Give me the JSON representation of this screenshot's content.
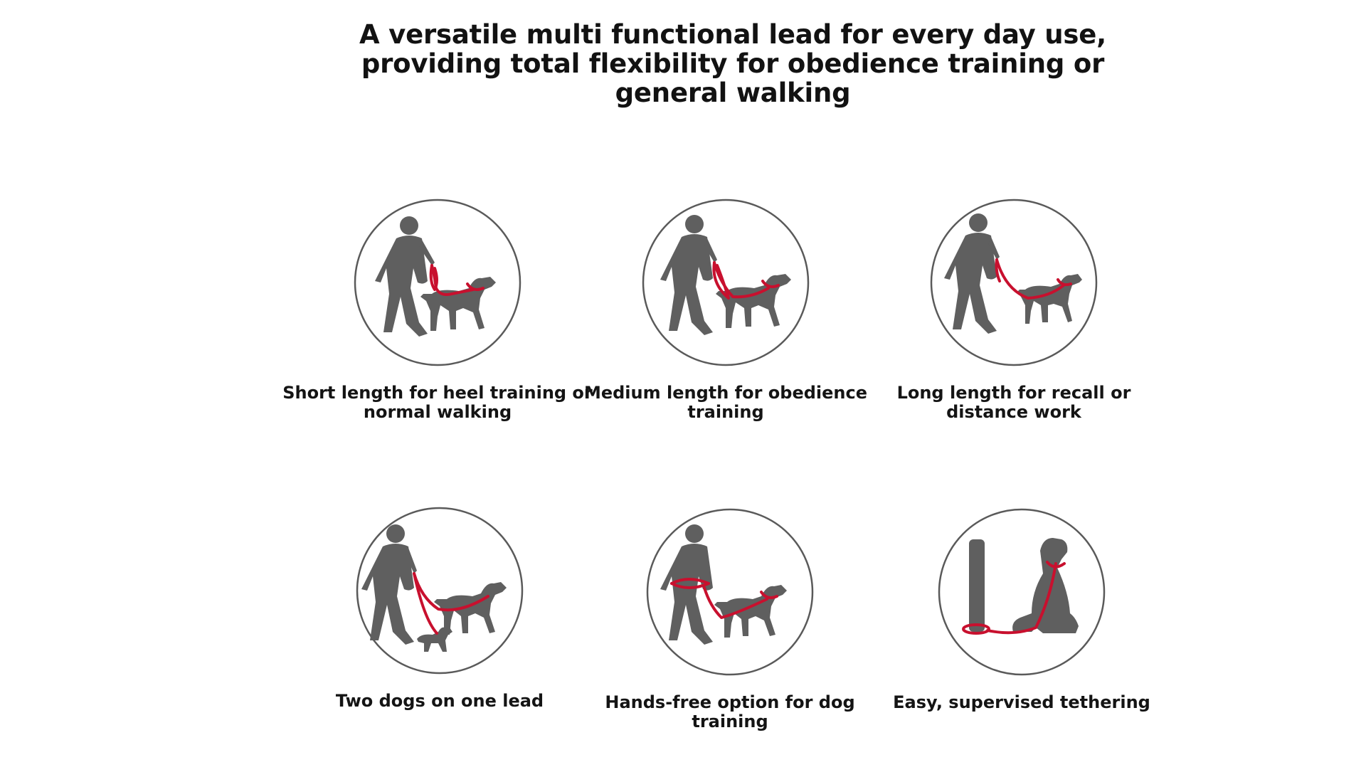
{
  "headline": "A versatile multi functional lead for every day use, providing total flexibility for obedience training or general walking",
  "colors": {
    "leash": "#c8102e",
    "figure": "#5f5f5f",
    "ring": "#5a5a5a",
    "text": "#141414"
  },
  "features": [
    {
      "icon": "short-leash-walking-icon",
      "caption": "Short length for heel training or normal walking"
    },
    {
      "icon": "medium-leash-walking-icon",
      "caption": "Medium length for obedience training"
    },
    {
      "icon": "long-leash-walking-icon",
      "caption": "Long length for recall or distance work"
    },
    {
      "icon": "two-dogs-walking-icon",
      "caption": "Two dogs on one lead"
    },
    {
      "icon": "hands-free-walking-icon",
      "caption": "Hands-free option for dog training"
    },
    {
      "icon": "dog-tethered-to-post-icon",
      "caption": "Easy, supervised tethering"
    }
  ]
}
